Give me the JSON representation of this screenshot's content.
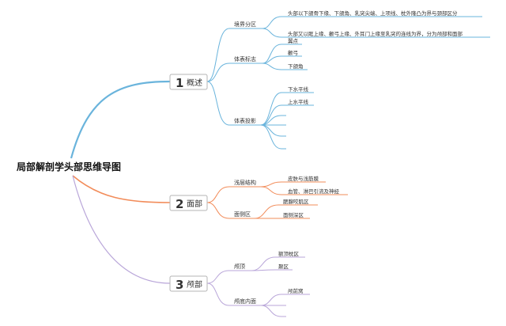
{
  "title": "局部解剖学头部思维导图",
  "colors": {
    "section1_line": "#6ab4dc",
    "section2_line": "#f28c5a",
    "section3_line": "#b9a6d9",
    "num1": "#e03a3a",
    "num2": "#f5b843",
    "num3": "#3a9ad9"
  },
  "sections": [
    {
      "number": "1",
      "label": "概述",
      "subs": [
        {
          "label": "境界分区",
          "leaves": [
            "头部以下颌骨下缘、下颌角、乳突尖端、上项线、枕外隆凸为界与颈部区分",
            "头部又以眶上缘、颧弓上缘、外耳门上缘至乳突的连线为界，分为颅部和面部"
          ]
        },
        {
          "label": "体表标志",
          "leaves": [
            "翼点",
            "颧弓",
            "下颌角"
          ]
        },
        {
          "label": "体表投影",
          "leaves": [
            "下水平线",
            "上水平线",
            "",
            "",
            "",
            ""
          ]
        }
      ]
    },
    {
      "number": "2",
      "label": "面部",
      "subs": [
        {
          "label": "浅层结构",
          "leaves": [
            "皮肤与浅筋膜",
            "血管、淋巴引流及神经"
          ]
        },
        {
          "label": "面侧区",
          "leaves": [
            "腮腺咬肌区",
            "面侧深区"
          ]
        }
      ]
    },
    {
      "number": "3",
      "label": "颅部",
      "subs": [
        {
          "label": "颅顶",
          "leaves": [
            "额顶枕区",
            "颞区"
          ]
        },
        {
          "label": "颅底内面",
          "leaves": [
            "颅前窝",
            "",
            ""
          ]
        }
      ]
    }
  ]
}
